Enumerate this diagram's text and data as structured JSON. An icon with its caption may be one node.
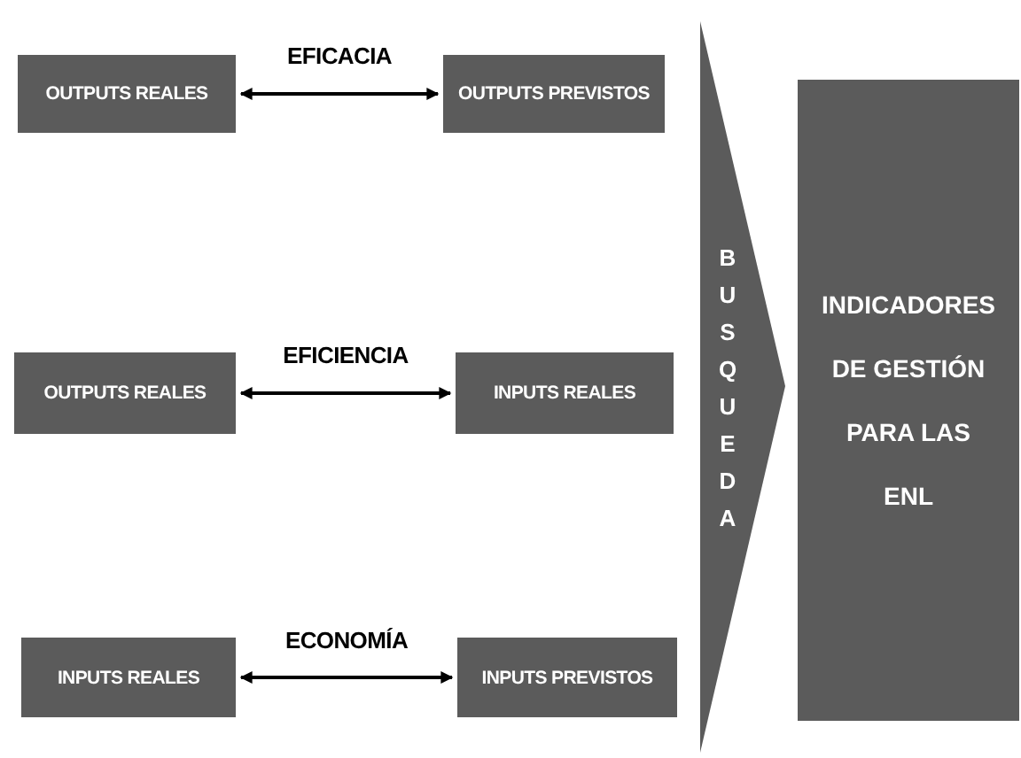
{
  "diagram": {
    "nodes": [
      {
        "text": [
          "OUTPUTS REALES"
        ]
      },
      {
        "text": [
          "OUTPUTS PREVISTOS"
        ]
      },
      {
        "text": [
          "OUTPUTS REALES"
        ]
      },
      {
        "text": [
          "INPUTS REALES"
        ]
      },
      {
        "text": [
          "INPUTS REALES"
        ]
      },
      {
        "text": [
          "INPUTS PREVISTOS"
        ]
      },
      {
        "text": [
          "BUSQUEDA"
        ]
      },
      {
        "text": [
          "INDICADORES DE GESTIÓN PARA LAS ENL"
        ]
      }
    ],
    "edges": [
      {
        "from": 0,
        "to": 1,
        "arrow": "both",
        "label": "EFICACIA"
      },
      {
        "from": 2,
        "to": 3,
        "arrow": "both",
        "label": "EFICIENCIA"
      },
      {
        "from": 4,
        "to": 5,
        "arrow": "both",
        "label": "ECONOMÍA"
      }
    ]
  }
}
